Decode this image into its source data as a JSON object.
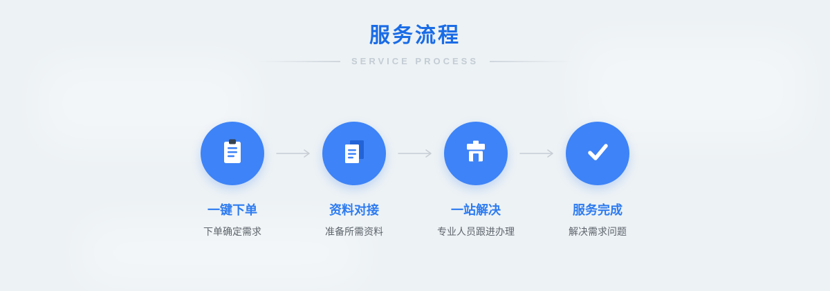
{
  "header": {
    "title": "服务流程",
    "subtitle": "SERVICE PROCESS"
  },
  "colors": {
    "background": "#edf2f5",
    "title_blue": "#1a6ce6",
    "subtitle_gray": "#c3ccd4",
    "circle_blue": "#3e83f7",
    "step_title_blue": "#2d7bf0",
    "step_desc_gray": "#5d646b",
    "arrow_gray": "#c7cdd3",
    "icon_dark": "#35424f",
    "icon_back_sheet_blue": "#2264d8"
  },
  "steps": [
    {
      "icon": "clipboard-icon",
      "title": "一键下单",
      "description": "下单确定需求"
    },
    {
      "icon": "documents-icon",
      "title": "资料对接",
      "description": "准备所需资料"
    },
    {
      "icon": "store-icon",
      "title": "一站解决",
      "description": "专业人员跟进办理"
    },
    {
      "icon": "checkmark-icon",
      "title": "服务完成",
      "description": "解决需求问题"
    }
  ]
}
